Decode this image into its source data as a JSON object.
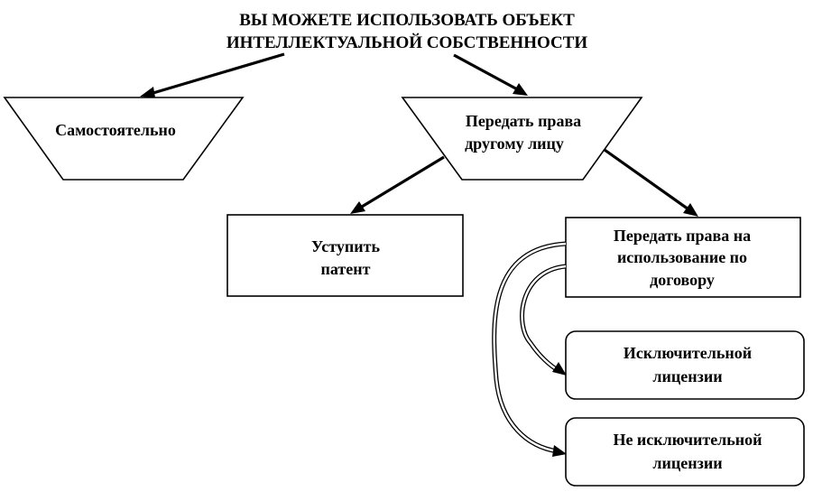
{
  "title": {
    "line1": "ВЫ МОЖЕТЕ ИСПОЛЬЗОВАТЬ ОБЪЕКТ",
    "line2": "ИНТЕЛЛЕКТУАЛЬНОЙ СОБСТВЕННОСТИ"
  },
  "nodes": {
    "self": {
      "line1": "Самостоятельно"
    },
    "transfer": {
      "line1": "Передать права",
      "line2": "другому лицу"
    },
    "assign_patent": {
      "line1": "Уступить",
      "line2": "патент"
    },
    "license_agreement": {
      "line1": "Передать права на",
      "line2": "использование по",
      "line3": "договору"
    },
    "exclusive": {
      "line1": "Исключительной",
      "line2": "лицензии"
    },
    "non_exclusive": {
      "line1": "Не исключительной",
      "line2": "лицензии"
    }
  },
  "colors": {
    "stroke": "#000000",
    "fill": "#ffffff"
  }
}
